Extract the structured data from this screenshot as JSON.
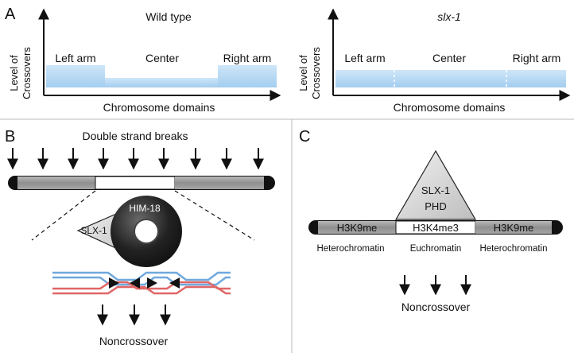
{
  "panelA": {
    "letter": "A",
    "left": {
      "title": "Wild type",
      "ylabel_line1": "Level of",
      "ylabel_line2": "Crossovers",
      "xlabel": "Chromosome domains",
      "regions": [
        "Left arm",
        "Center",
        "Right arm"
      ]
    },
    "right": {
      "title": "slx-1",
      "ylabel_line1": "Level of",
      "ylabel_line2": "Crossovers",
      "xlabel": "Chromosome domains",
      "regions": [
        "Left arm",
        "Center",
        "Right arm"
      ]
    },
    "colors": {
      "bar": "#a9d2f1"
    }
  },
  "panelB": {
    "letter": "B",
    "title": "Double strand breaks",
    "protein1": "SLX-1",
    "protein2": "HIM-18",
    "outcome": "Noncrossover",
    "colors": {
      "blue": "#6fa8dc",
      "red": "#e06666",
      "arm": "#9a9a9a"
    }
  },
  "panelC": {
    "letter": "C",
    "protein": "SLX-1",
    "domain": "PHD",
    "segments": [
      {
        "mark": "H3K9me",
        "label": "Heterochromatin"
      },
      {
        "mark": "H3K4me3",
        "label": "Euchromatin"
      },
      {
        "mark": "H3K9me",
        "label": "Heterochromatin"
      }
    ],
    "outcome": "Noncrossover"
  }
}
